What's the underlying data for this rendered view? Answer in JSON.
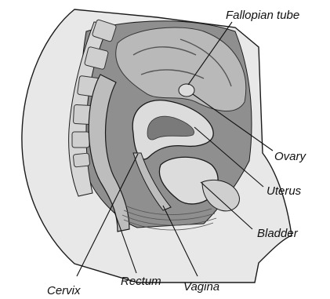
{
  "labels": {
    "fallopian_tube": "Fallopian tube",
    "ovary": "Ovary",
    "uterus": "Uterus",
    "bladder": "Bladder",
    "vagina": "Vagina",
    "rectum": "Rectum",
    "cervix": "Cervix"
  },
  "colors": {
    "background": "#ffffff",
    "body_outline": "#1a1a1a",
    "skin_fill": "#e8e8e8",
    "pelvic_cavity": "#8f8f8f",
    "intestine": "#b9b9b9",
    "organ_light": "#dcdcdc",
    "organ_mid": "#bdbdbd",
    "organ_dark": "#7a7a7a",
    "leader_line": "#111111"
  }
}
